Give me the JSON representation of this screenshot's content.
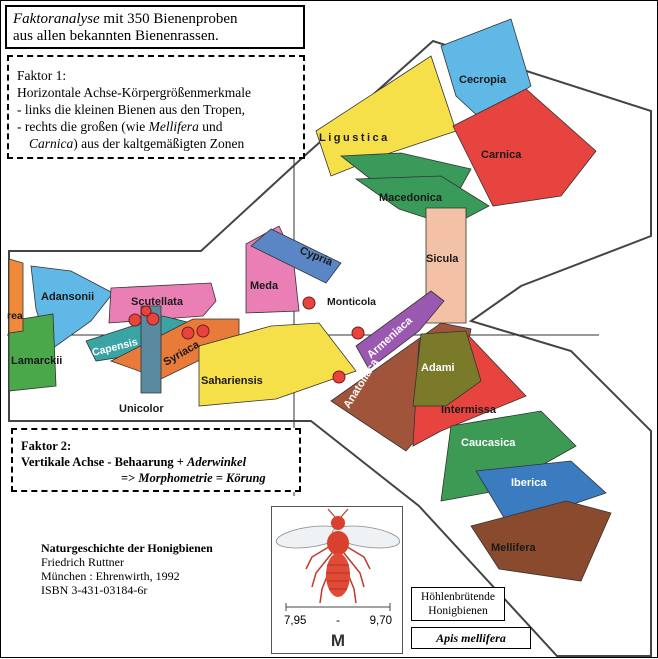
{
  "title": {
    "italic": "Faktoranalyse",
    "rest": " mit 350 Bienenproben",
    "line2": "aus allen bekannten Bienenrassen."
  },
  "factor1": {
    "heading": "Faktor 1:",
    "line1": "Horizontale Achse-Körpergrößenmerkmale",
    "line2": " - links die kleinen Bienen aus den Tropen,",
    "line3a": "- rechts die großen (wie ",
    "line3b": "Mellifera",
    "line3c": " und",
    "line4a": "Carnica",
    "line4b": ") aus der kaltgemäßigten Zonen"
  },
  "factor2": {
    "heading": "Faktor 2:",
    "line1a": "Vertikale Achse - Behaarung + ",
    "line1b": "Aderwinkel",
    "line2a": "=> ",
    "line2b": "Morphometrie = Körung"
  },
  "reference": {
    "title": "Naturgeschichte der Honigbienen",
    "author": "Friedrich Ruttner",
    "publisher": "München : Ehrenwirth, 1992",
    "isbn": "ISBN 3-431-03184-6r"
  },
  "cavity_label": {
    "line1": "Höhlenbrütende",
    "line2": "Honigbienen"
  },
  "apis_label": "Apis mellifera",
  "bee_scale": {
    "min": "7,95",
    "dash": "-",
    "max": "9,70",
    "letter": "M"
  },
  "races": [
    {
      "name": "Cecropia",
      "color": "#5fb8e6"
    },
    {
      "name": "Carnica",
      "color": "#e8443f"
    },
    {
      "name": "Ligustica",
      "color": "#f6e04a"
    },
    {
      "name": "Macedonica",
      "color": "#3a9a5a"
    },
    {
      "name": "Cypria",
      "color": "#5a86c6"
    },
    {
      "name": "Meda",
      "color": "#ea7fb6"
    },
    {
      "name": "Sicula",
      "color": "#f3c2a6"
    },
    {
      "name": "Monticola",
      "color": "#ffffff"
    },
    {
      "name": "Armeniaca",
      "color": "#9b58b0"
    },
    {
      "name": "Adami",
      "color": "#7a7a2a"
    },
    {
      "name": "Anatoliaca",
      "color": "#a0553a"
    },
    {
      "name": "Intermissa",
      "color": "#e8443f"
    },
    {
      "name": "Caucasica",
      "color": "#3c9a55"
    },
    {
      "name": "Iberica",
      "color": "#3b7bbf"
    },
    {
      "name": "Mellifera",
      "color": "#8a4a2e"
    },
    {
      "name": "Adansonii",
      "color": "#5fb8e6"
    },
    {
      "name": "Scutellata",
      "color": "#ea7fb6"
    },
    {
      "name": "Capensis",
      "color": "#3aa3a3"
    },
    {
      "name": "Syriaca",
      "color": "#e87a3a"
    },
    {
      "name": "Sahariensis",
      "color": "#f6e04a"
    },
    {
      "name": "Lamarckii",
      "color": "#4aa84a"
    },
    {
      "name": "Unicolor",
      "color": "#5a8aa0"
    },
    {
      "name": "rea",
      "color": "#f08a3a"
    }
  ]
}
